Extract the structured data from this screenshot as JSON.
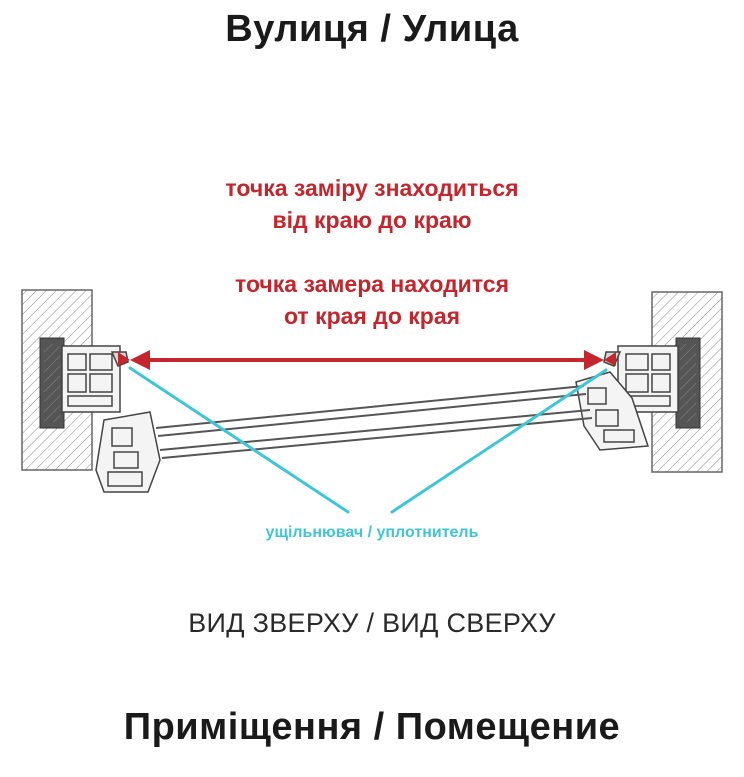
{
  "header": {
    "title": "Вулиця / Улица"
  },
  "measurement": {
    "line_ua_1": "точка заміру знаходиться",
    "line_ua_2": "від краю до краю",
    "line_ru_1": "точка замера находится",
    "line_ru_2": "от края до края"
  },
  "seal_label": "ущільнювач / уплотнитель",
  "view_label": "ВИД ЗВЕРХУ / ВИД СВЕРХУ",
  "footer": {
    "title": "Приміщення / Помещение"
  },
  "colors": {
    "measurement_arrow": "#c3262c",
    "seal_pointer": "#3fc6d4",
    "profile": "#555555",
    "wall_hatch": "#777777"
  }
}
